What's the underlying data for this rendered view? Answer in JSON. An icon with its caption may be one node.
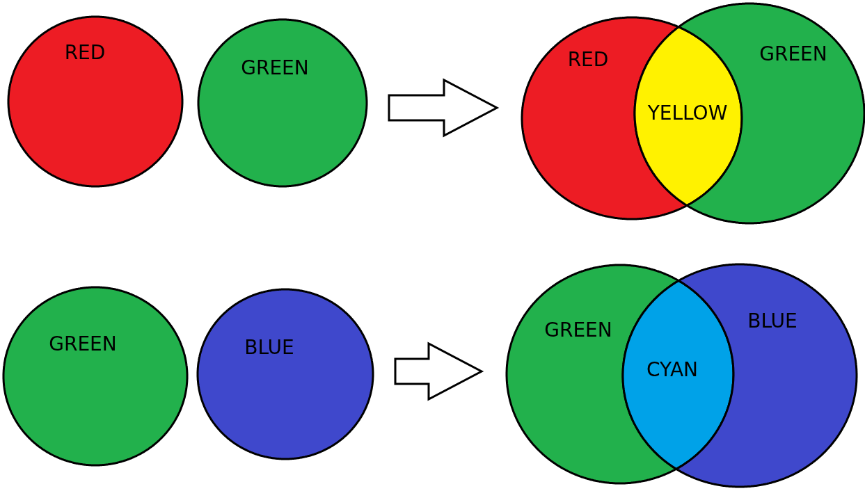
{
  "diagram": {
    "nodes": [
      {
        "text": [
          "RED"
        ]
      },
      {
        "text": [
          "GREEN"
        ]
      },
      {
        "text": [
          "RED"
        ]
      },
      {
        "text": [
          "YELLOW"
        ]
      },
      {
        "text": [
          "GREEN"
        ]
      },
      {
        "text": [
          "GREEN"
        ]
      },
      {
        "text": [
          "BLUE"
        ]
      },
      {
        "text": [
          "GREEN"
        ]
      },
      {
        "text": [
          "CYAN"
        ]
      },
      {
        "text": [
          "BLUE"
        ]
      }
    ],
    "edges": [
      {
        "from": 1,
        "to": 2,
        "arrow": "to"
      },
      {
        "from": 6,
        "to": 7,
        "arrow": "to"
      }
    ]
  }
}
